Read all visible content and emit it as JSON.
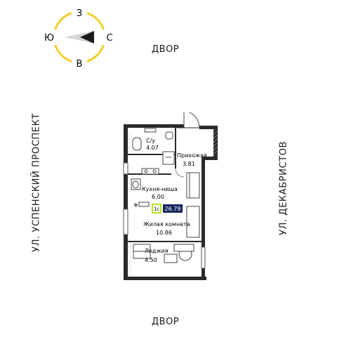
{
  "compass": {
    "north": "З",
    "south": "В",
    "west": "Ю",
    "east": "С"
  },
  "labels": {
    "yard_top": "ДВОР",
    "yard_bottom": "ДВОР",
    "street_left": "УЛ. УСПЕНСКИЙ ПРОСПЕКТ",
    "street_right": "УЛ. ДЕКАБРИСТОВ"
  },
  "rooms": {
    "bathroom": {
      "name": "С/у",
      "area": "4.07"
    },
    "hallway": {
      "name": "Прихожая",
      "area": "3.81"
    },
    "kitchen": {
      "name": "Кухня-ниша",
      "area": "6.00"
    },
    "living": {
      "name": "Жилая комната",
      "area": "10.86"
    },
    "loggia": {
      "name": "Лоджия",
      "area": "4.50"
    }
  },
  "badge": {
    "type": "1с",
    "total": "26.79"
  },
  "colors": {
    "accent_yellow": "#f2cf2a",
    "badge_green": "#b6e31c",
    "badge_navy": "#16265e",
    "wall": "#2a2a2a"
  }
}
